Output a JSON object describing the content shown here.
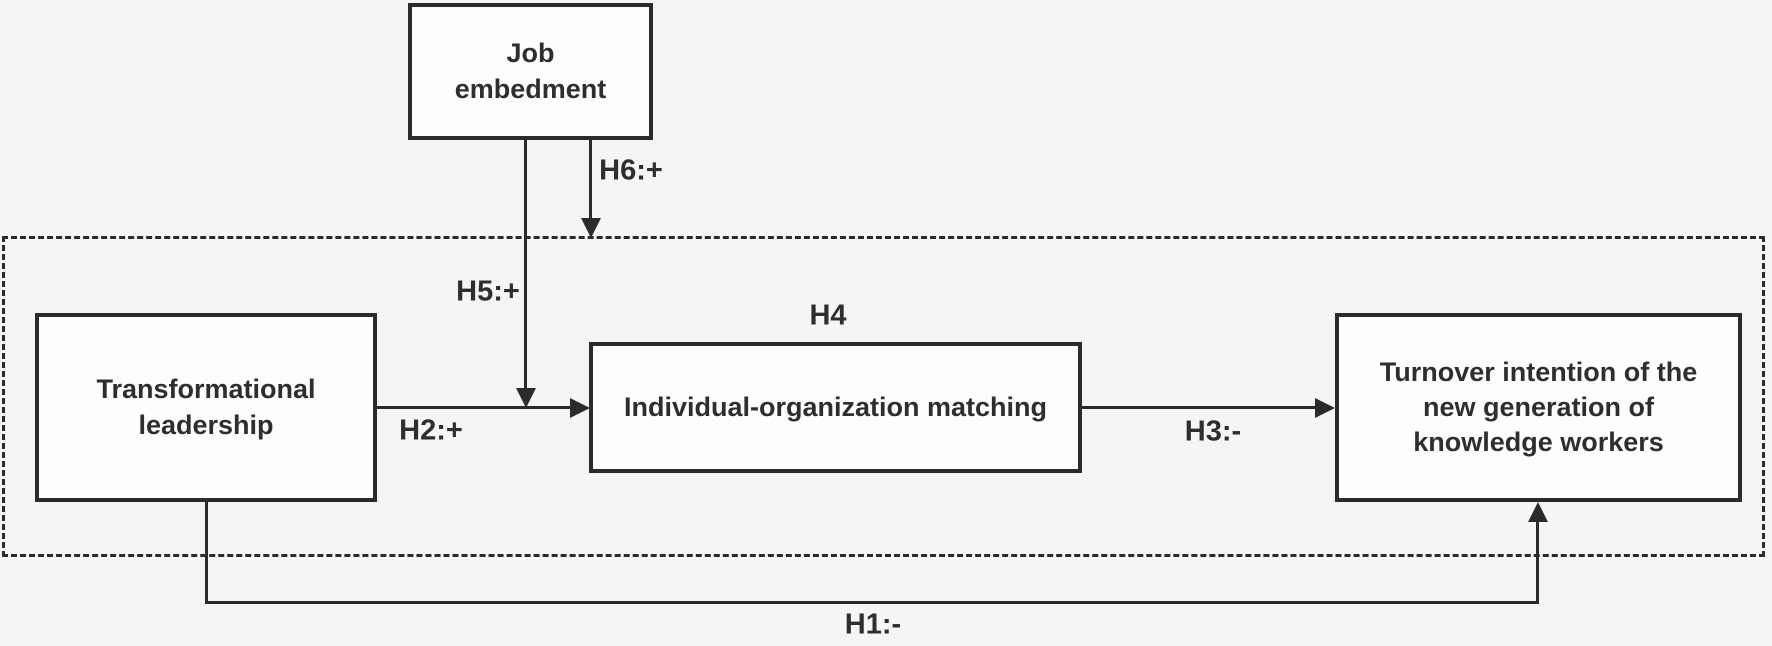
{
  "diagram": {
    "nodes": {
      "job_embedment": {
        "label": "Job\nembedment"
      },
      "transformational_leadership": {
        "label": "Transformational\nleadership"
      },
      "individual_organization_matching": {
        "label": "Individual-organization matching"
      },
      "turnover_intention": {
        "label": "Turnover intention of the\nnew generation of\nknowledge workers"
      }
    },
    "edges": {
      "h1": {
        "label": "H1:-",
        "from": "transformational_leadership",
        "to": "turnover_intention"
      },
      "h2": {
        "label": "H2:+",
        "from": "transformational_leadership",
        "to": "individual_organization_matching"
      },
      "h3": {
        "label": "H3:-",
        "from": "individual_organization_matching",
        "to": "turnover_intention"
      },
      "h4": {
        "label": "H4",
        "from": "individual_organization_matching",
        "to": "individual_organization_matching"
      },
      "h5": {
        "label": "H5:+",
        "from": "job_embedment",
        "to": "h2_path"
      },
      "h6": {
        "label": "H6:+",
        "from": "job_embedment",
        "to": "dashed_boundary"
      }
    }
  },
  "colors": {
    "background": "#f5f5f6",
    "node_fill": "#fdfdfd",
    "line": "#2b2b2b",
    "text": "#2e2e2e"
  }
}
